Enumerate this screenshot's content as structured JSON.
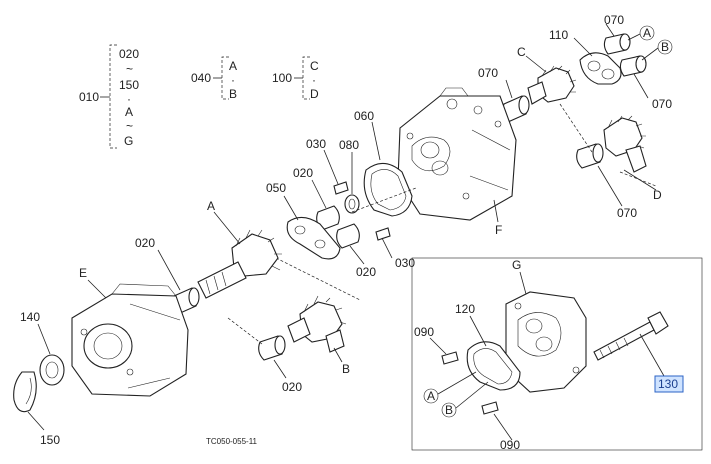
{
  "legend": {
    "g010": {
      "code": "010",
      "r1": "020",
      "t1": "~",
      "r2": "150",
      "d1": "·",
      "r3": "A",
      "t2": "~",
      "r4": "G"
    },
    "g040": {
      "code": "040",
      "r1": "A",
      "d1": "·",
      "r2": "B"
    },
    "g100": {
      "code": "100",
      "r1": "C",
      "d1": "·",
      "r2": "D"
    }
  },
  "labels": {
    "p070a": "070",
    "pA_top": "A",
    "pB_top": "B",
    "p110": "110",
    "pC": "C",
    "p070b": "070",
    "p070c": "070",
    "p060": "060",
    "p030a": "030",
    "p080": "080",
    "p020a": "020",
    "p050": "050",
    "pA_gear": "A",
    "p020b": "020",
    "p030b": "030",
    "pF": "F",
    "pD": "D",
    "p070d": "070",
    "p020c": "020",
    "pE": "E",
    "p140": "140",
    "p150": "150",
    "pB_gear": "B",
    "p020d": "020",
    "pG": "G",
    "p120": "120",
    "p090a": "090",
    "pA_bot": "A",
    "pB_bot": "B",
    "p090b": "090",
    "p130": "130"
  },
  "footer": {
    "code": "TC050-055-11"
  }
}
